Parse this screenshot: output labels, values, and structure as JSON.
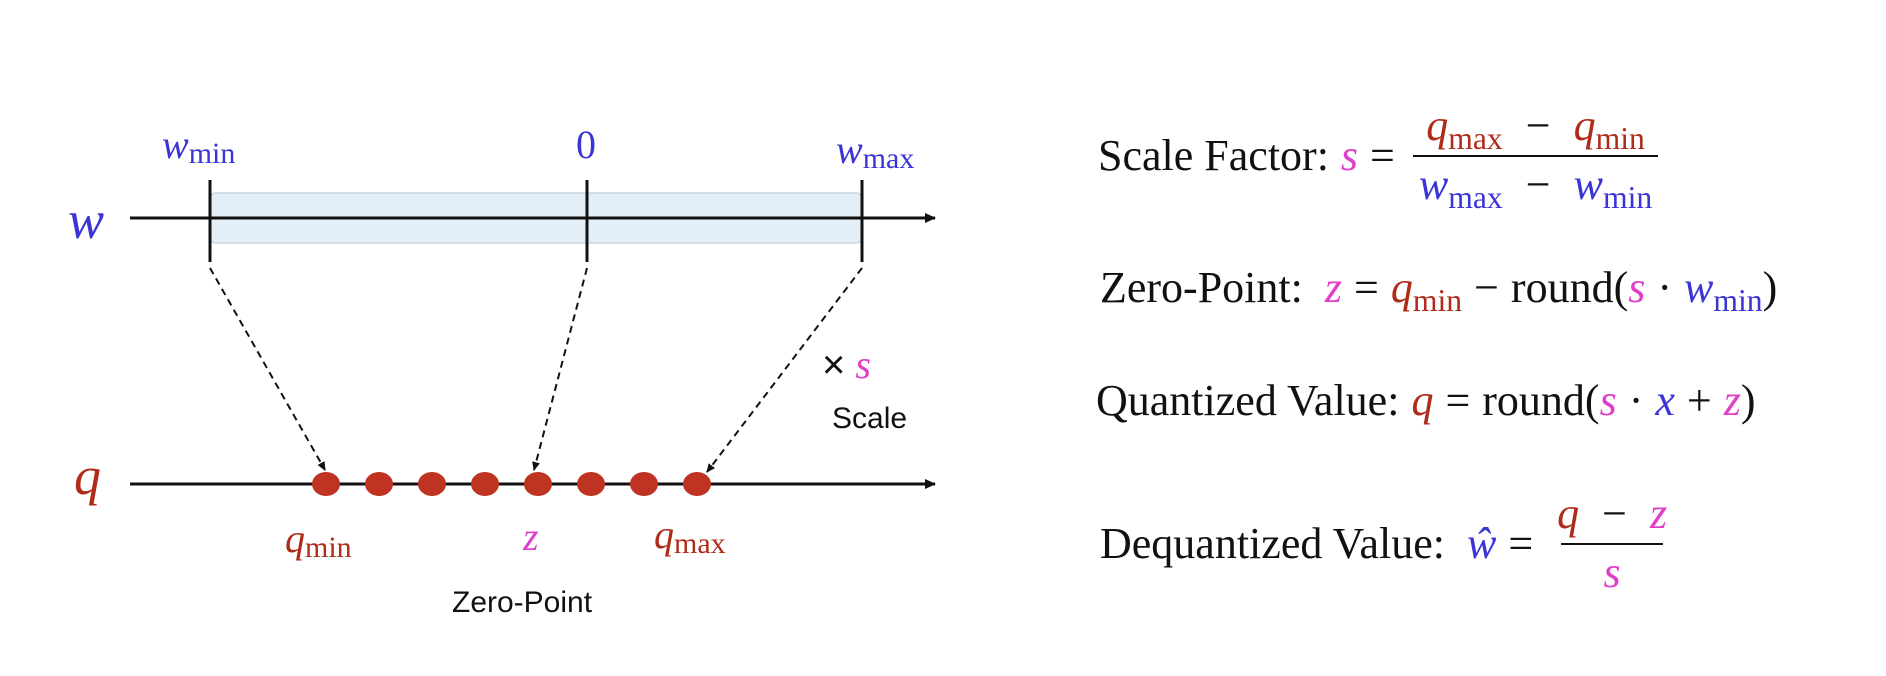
{
  "diagram": {
    "w_axis": {
      "symbol": "w",
      "tick_left_base": "w",
      "tick_left_sub": "min",
      "tick_mid": "0",
      "tick_right_base": "w",
      "tick_right_sub": "max"
    },
    "q_axis": {
      "symbol": "q",
      "point_count": 8,
      "label_left_base": "q",
      "label_left_sub": "min",
      "label_mid": "z",
      "label_right_base": "q",
      "label_right_sub": "max"
    },
    "scale_note": {
      "times": "×",
      "symbol": "s",
      "label": "Scale"
    },
    "zero_point_label": "Zero-Point"
  },
  "formulas": {
    "scale_factor": {
      "label": "Scale Factor:",
      "s": "s",
      "eq": "=",
      "num_q1": "q",
      "num_sub1": "max",
      "minus": "−",
      "num_q2": "q",
      "num_sub2": "min",
      "den_w1": "w",
      "den_sub1": "max",
      "den_w2": "w",
      "den_sub2": "min"
    },
    "zero_point": {
      "label": "Zero-Point:",
      "z": "z",
      "eq": "=",
      "q": "q",
      "q_sub": "min",
      "minus": "−",
      "round_open": "round(",
      "s": "s",
      "dot": "·",
      "w": "w",
      "w_sub": "min",
      "close": ")"
    },
    "quantized": {
      "label": "Quantized Value:",
      "q": "q",
      "eq": "=",
      "round_open": "round(",
      "s": "s",
      "dot": "·",
      "x": "x",
      "plus": "+",
      "z": "z",
      "close": ")"
    },
    "dequantized": {
      "label": "Dequantized Value:",
      "w_hat": "ŵ",
      "eq": "=",
      "num_q": "q",
      "minus": "−",
      "num_z": "z",
      "den_s": "s"
    }
  },
  "colors": {
    "w_blue": "#3b35d6",
    "q_red": "#b02c1a",
    "s_pink": "#e040c8",
    "band": "#e4eef7",
    "dot": "#bf3322"
  }
}
